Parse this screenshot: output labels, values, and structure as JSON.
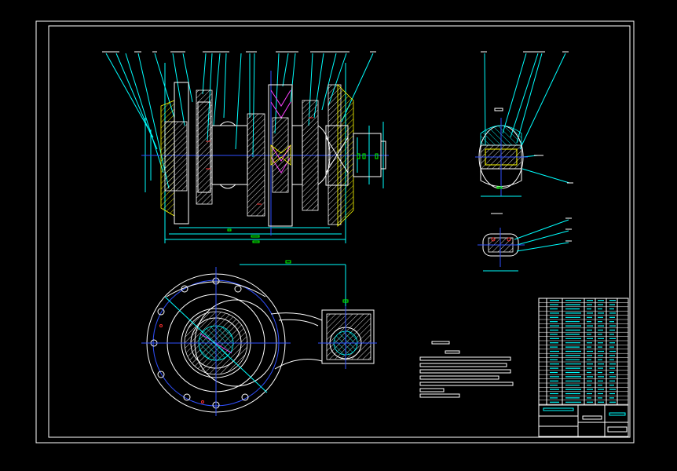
{
  "drawing": {
    "sheet_colors": {
      "background": "#000000",
      "frame": "#ffffff",
      "outline": "#ffffff",
      "centerline": "#3050ff",
      "leader": "#00ffff",
      "hatch_yellow": "#ffff00",
      "accent_red": "#ff3030",
      "accent_green": "#00ff00"
    },
    "views": [
      {
        "name": "front-section-view"
      },
      {
        "name": "side-section-view"
      },
      {
        "name": "detail-view"
      },
      {
        "name": "top-plan-view"
      },
      {
        "name": "notes-block"
      },
      {
        "name": "title-block"
      }
    ]
  }
}
